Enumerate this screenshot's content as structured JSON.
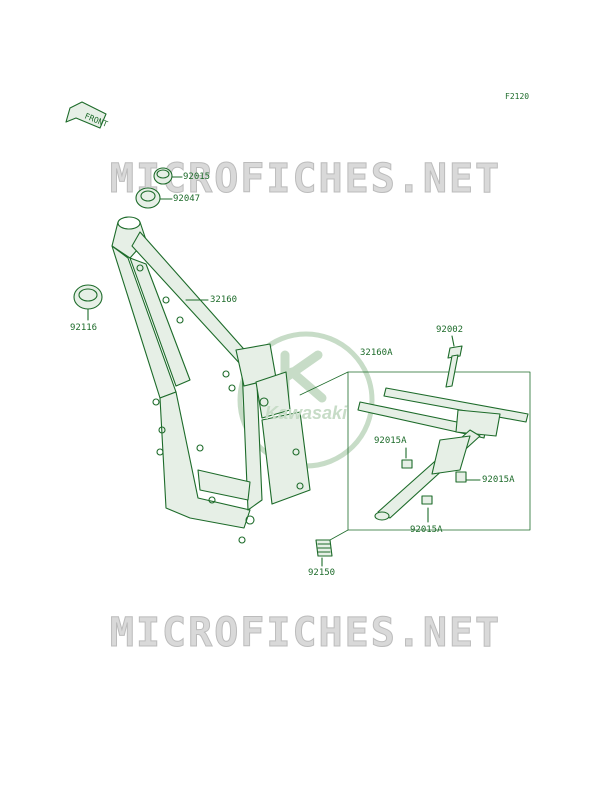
{
  "figure_id": "F2120",
  "watermark_text": "MICROFICHES.NET",
  "logo_text": "Kawasaki",
  "front_label": "FRONT",
  "parts": {
    "p92015": "92015",
    "p92047": "92047",
    "p32160": "32160",
    "p92116": "92116",
    "p92002": "92002",
    "p32160A": "32160A",
    "p92015A_1": "92015A",
    "p92015A_2": "92015A",
    "p92015A_3": "92015A",
    "p92150": "92150"
  },
  "colors": {
    "line": "#1d6b2a",
    "fill": "#e6efe6",
    "watermark": "#d9d9d9",
    "logo": "#c7dcc7"
  }
}
